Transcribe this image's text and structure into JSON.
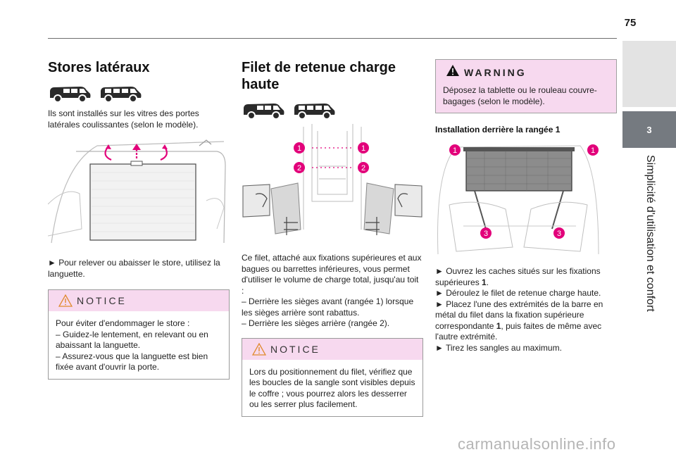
{
  "page": {
    "number": "75"
  },
  "side": {
    "chapter_number": "3",
    "chapter_title": "Simplicité d'utilisation et confort"
  },
  "col1": {
    "title": "Stores latéraux",
    "intro": "Ils sont installés sur les vitres des portes latérales coulissantes (selon le modèle).",
    "instruction": "► Pour relever ou abaisser le store, utilisez la languette.",
    "notice_title": "NOTICE",
    "notice_lines": [
      "Pour éviter d'endommager le store :",
      "– Guidez-le lentement, en relevant ou en abaissant la languette.",
      "– Assurez-vous que la languette est bien fixée avant d'ouvrir la porte."
    ]
  },
  "col2": {
    "title": "Filet de retenue charge haute",
    "fig_labels": [
      "1",
      "1",
      "2",
      "2"
    ],
    "text_lines": [
      "Ce filet, attaché aux fixations supérieures et aux bagues ou barrettes inférieures, vous permet d'utiliser le volume de charge total, jusqu'au toit :",
      "– Derrière les sièges avant (rangée 1) lorsque les sièges arrière sont rabattus.",
      "– Derrière les sièges arrière (rangée 2)."
    ],
    "notice_title": "NOTICE",
    "notice_text": "Lors du positionnement du filet, vérifiez que les boucles de la sangle sont visibles depuis le coffre ; vous pourrez alors les desserrer ou les serrer plus facilement."
  },
  "col3": {
    "warning_title": "WARNING",
    "warning_text": "Déposez la tablette ou le rouleau couvre-bagages (selon le modèle).",
    "subtitle": "Installation derrière la rangée 1",
    "fig_labels": [
      "1",
      "1",
      "3",
      "3"
    ],
    "steps": [
      {
        "pre": "► Ouvrez les caches situés sur les fixations supérieures ",
        "bold": "1",
        "post": "."
      },
      {
        "pre": "► Déroulez le filet de retenue charge haute.",
        "bold": "",
        "post": ""
      },
      {
        "pre": "► Placez l'une des extrémités de la barre en métal du filet dans la fixation supérieure correspondante ",
        "bold": "1",
        "post": ", puis faites de même avec l'autre extrémité."
      },
      {
        "pre": "► Tirez les sangles au maximum.",
        "bold": "",
        "post": ""
      }
    ]
  },
  "watermark": "carmanualsonline.info",
  "colors": {
    "accent": "#e2007a",
    "notice_bg": "#f7d9ef",
    "tab": "#757a80"
  },
  "icons": [
    "van-icon",
    "mpv-icon",
    "warning-triangle-icon",
    "pink-arrow-icon",
    "number-badge-icon"
  ]
}
